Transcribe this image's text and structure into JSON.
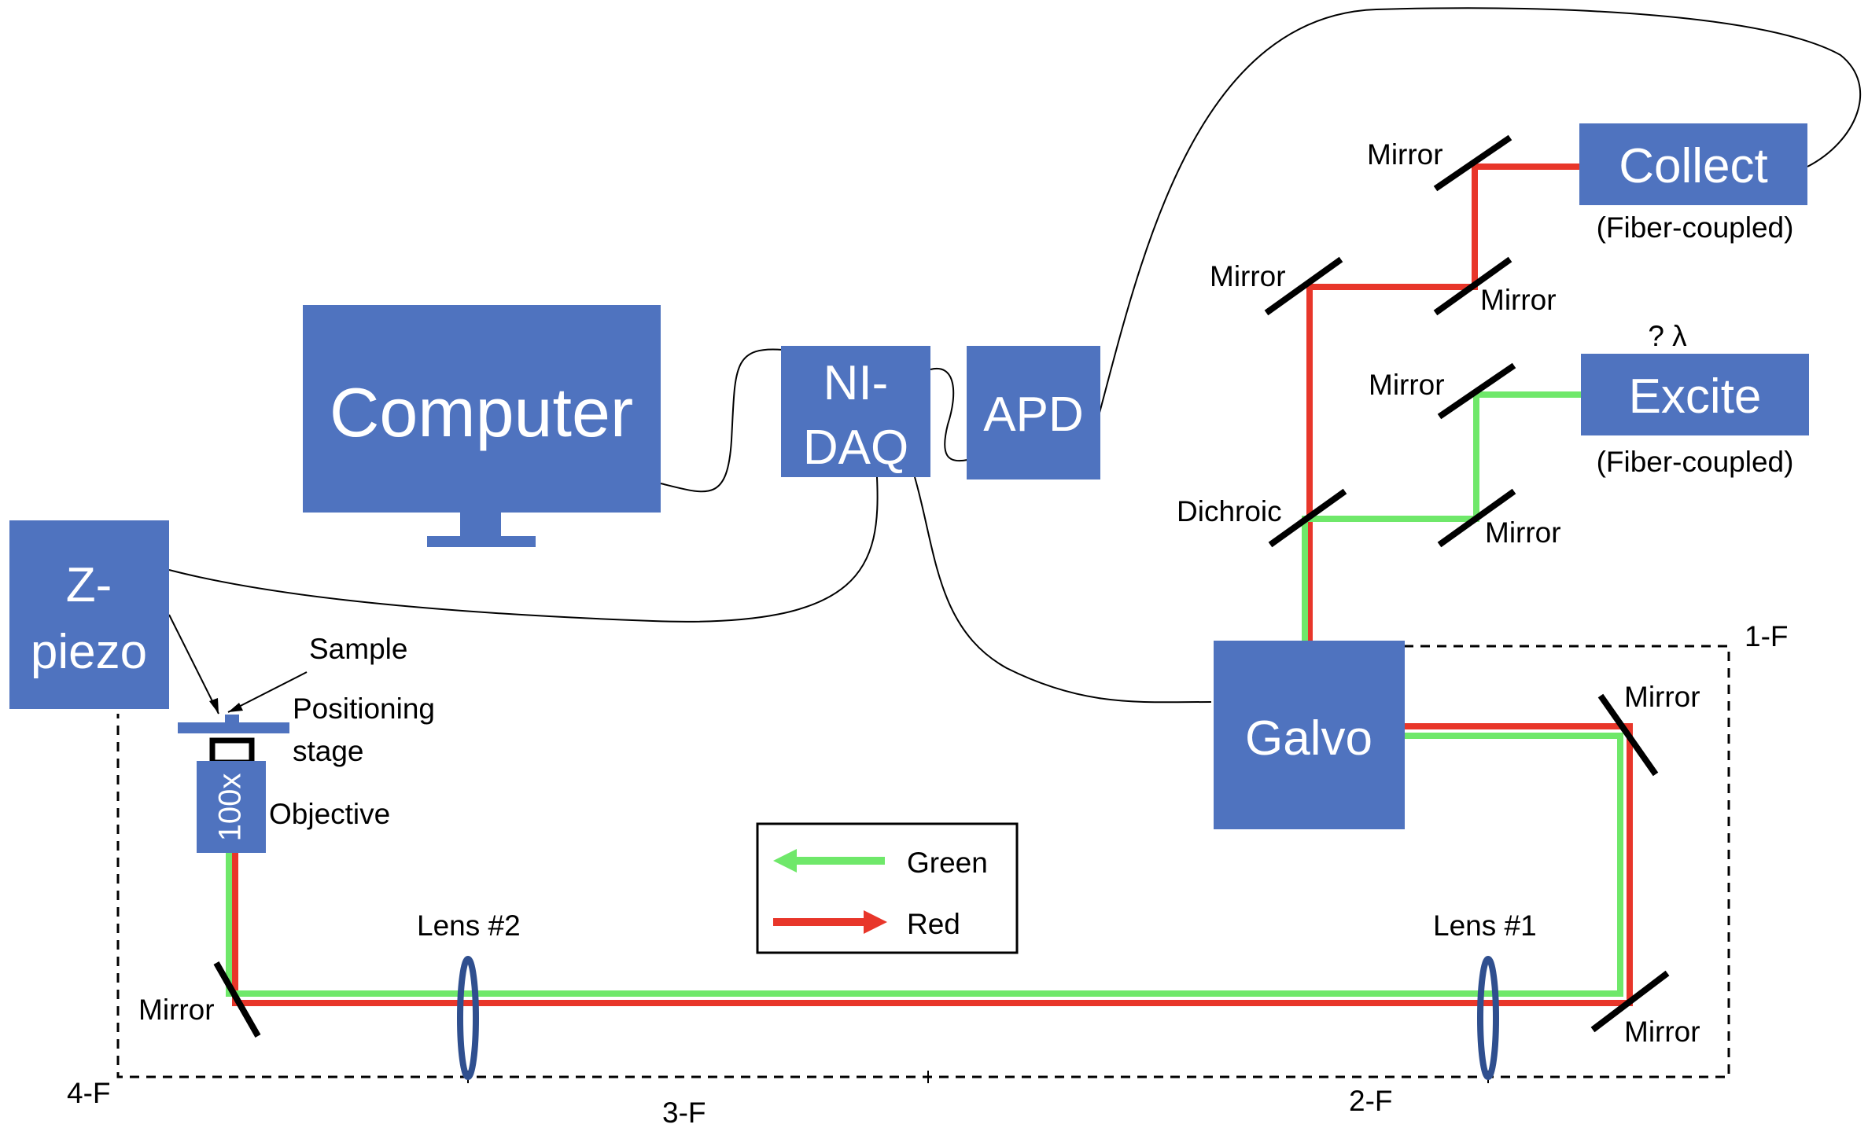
{
  "boxes": {
    "computer": "Computer",
    "nidaq_line1": "NI-",
    "nidaq_line2": "DAQ",
    "apd": "APD",
    "zpiezo_line1": "Z-",
    "zpiezo_line2": "piezo",
    "galvo": "Galvo",
    "collect": "Collect",
    "excite": "Excite",
    "objective_mag": "100x"
  },
  "labels": {
    "collect_sub": "(Fiber-coupled)",
    "excite_sub": "(Fiber-coupled)",
    "wavelength": "? λ",
    "mirror": "Mirror",
    "dichroic": "Dichroic",
    "sample": "Sample",
    "positioning": "Positioning",
    "stage": "stage",
    "objective": "Objective",
    "lens1": "Lens #1",
    "lens2": "Lens #2",
    "f1": "1-F",
    "f2": "2-F",
    "f3": "3-F",
    "f4": "4-F"
  },
  "legend": {
    "green": "Green",
    "red": "Red"
  },
  "colors": {
    "box": "#4f73bf",
    "red_beam": "#e8362a",
    "green_beam": "#6fe86a",
    "lens": "#2f4f8f"
  }
}
